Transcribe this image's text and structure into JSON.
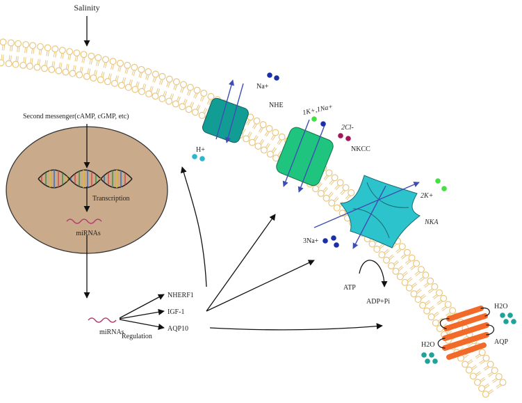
{
  "labels": {
    "salinity": "Salinity",
    "second_messenger": "Second messenger(cAMP, cGMP, etc)",
    "transcription": "Transcription",
    "mirnas_nucleus": "miRNAs",
    "mirnas_outside": "miRNAs",
    "regulation": "Regulation",
    "nherf1": "NHERF1",
    "igf1": "IGF-1",
    "aqp10": "AQP10",
    "na": "Na+",
    "nhe": "NHE",
    "h": "H+",
    "k_na": "1K+,1Na+",
    "cl": "2Cl-",
    "nkcc": "NKCC",
    "two_k": "2K+",
    "nka": "NKA",
    "three_na": "3Na+",
    "atp": "ATP",
    "adp": "ADP+Pi",
    "h2o_top": "H2O",
    "h2o_bottom": "H2O",
    "aqp": "AQP"
  },
  "colors": {
    "membrane": "#e8c77f",
    "nucleus": "#c9ab8b",
    "nhe": "#119d94",
    "nkcc": "#1fc57e",
    "nka": "#2cc3cd",
    "aqp": "#f26a2a",
    "na_ion": "#1a2fa8",
    "h_ion": "#2cb7d1",
    "k_ion": "#43e043",
    "cl_ion": "#a3175a",
    "water": "#1ea29a",
    "transport_arrow": "#3e4db5",
    "mirna": "#b33b6e"
  }
}
